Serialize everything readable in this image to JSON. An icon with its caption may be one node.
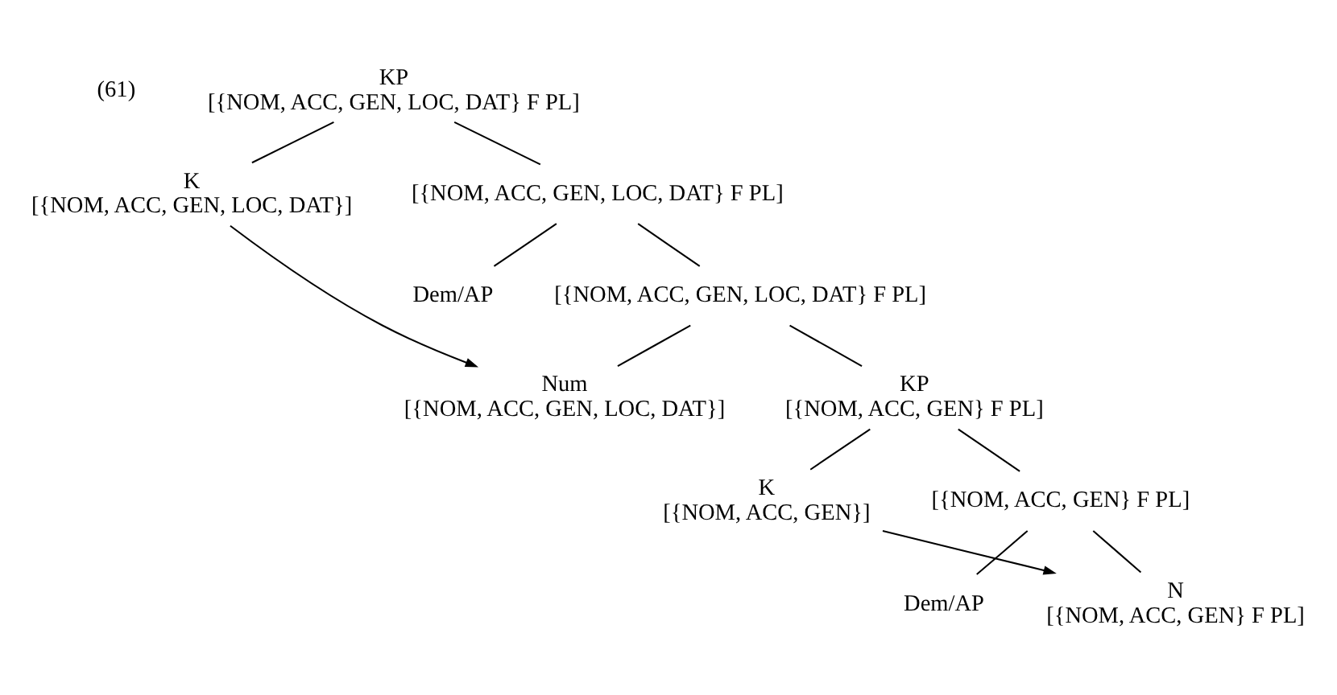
{
  "diagram": {
    "nodes": [
      {
        "text": [
          "KP",
          "[{NOM, ACC, GEN, LOC, DAT} F PL]"
        ]
      },
      {
        "text": [
          "K",
          "[{NOM, ACC, GEN, LOC, DAT}]"
        ]
      },
      {
        "text": [
          "[{NOM, ACC, GEN, LOC, DAT} F PL]"
        ]
      },
      {
        "text": [
          "Dem/AP"
        ]
      },
      {
        "text": [
          "[{NOM, ACC, GEN, LOC, DAT} F PL]"
        ]
      },
      {
        "text": [
          "Num",
          "[{NOM, ACC, GEN, LOC, DAT}]"
        ]
      },
      {
        "text": [
          "KP",
          "[{NOM, ACC, GEN} F PL]"
        ]
      },
      {
        "text": [
          "K",
          "[{NOM, ACC, GEN}]"
        ]
      },
      {
        "text": [
          "[{NOM, ACC, GEN} F PL]"
        ]
      },
      {
        "text": [
          "Dem/AP"
        ]
      },
      {
        "text": [
          "N",
          "[{NOM, ACC, GEN} F PL]"
        ]
      }
    ],
    "edges": [
      {
        "from": 0,
        "to": 1,
        "arrow": "none"
      },
      {
        "from": 0,
        "to": 2,
        "arrow": "none"
      },
      {
        "from": 2,
        "to": 3,
        "arrow": "none"
      },
      {
        "from": 2,
        "to": 4,
        "arrow": "none"
      },
      {
        "from": 4,
        "to": 5,
        "arrow": "none"
      },
      {
        "from": 4,
        "to": 6,
        "arrow": "none"
      },
      {
        "from": 6,
        "to": 7,
        "arrow": "none"
      },
      {
        "from": 6,
        "to": 8,
        "arrow": "none"
      },
      {
        "from": 8,
        "to": 9,
        "arrow": "none"
      },
      {
        "from": 8,
        "to": 10,
        "arrow": "none"
      },
      {
        "from": 1,
        "to": 5,
        "arrow": "to"
      },
      {
        "from": 7,
        "to": 10,
        "arrow": "to"
      }
    ],
    "labels": [
      "(61)"
    ]
  }
}
